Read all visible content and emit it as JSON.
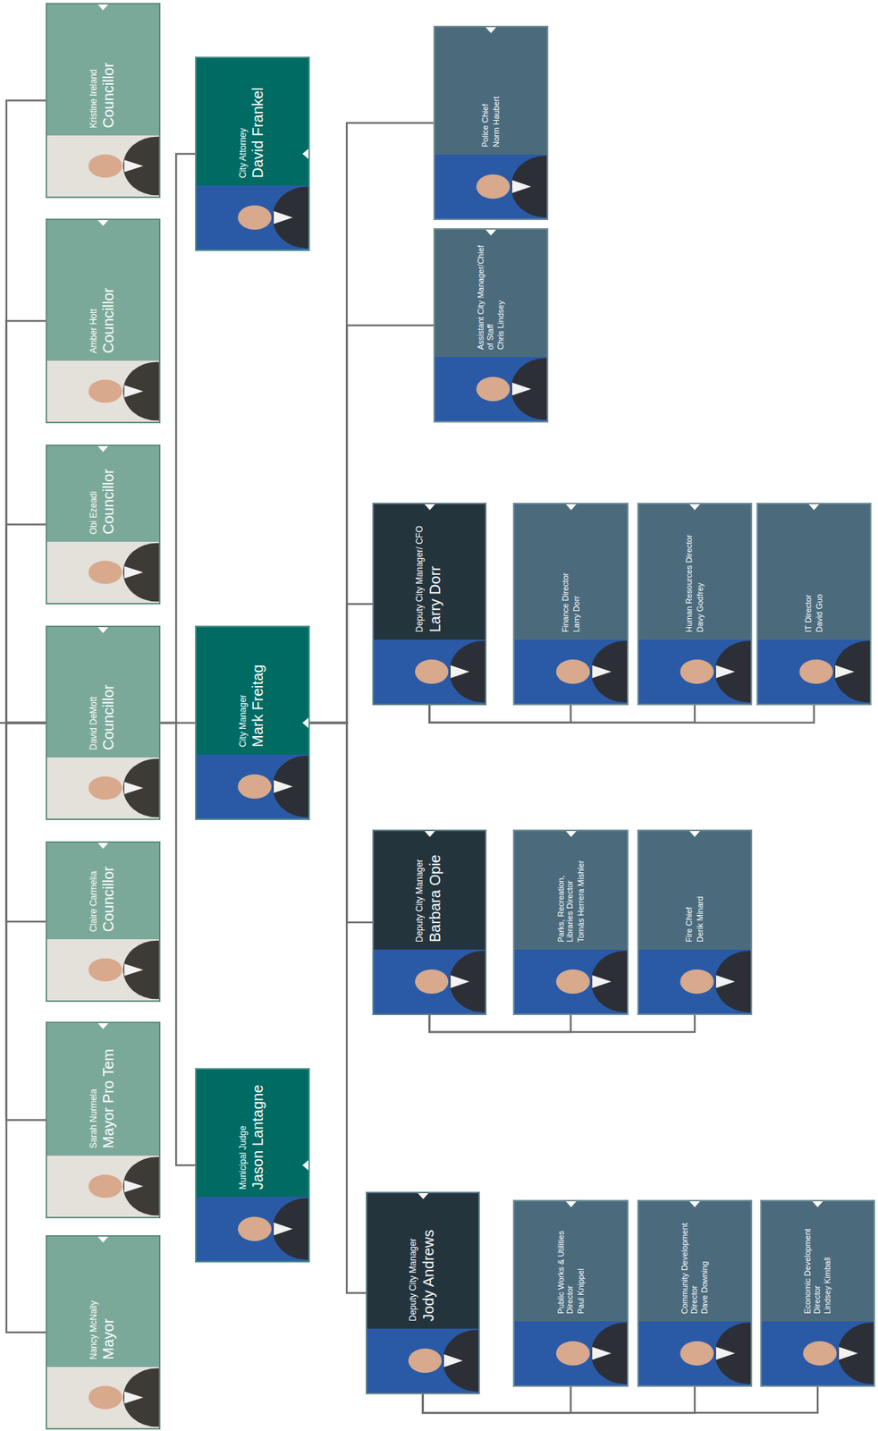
{
  "diagram": {
    "nodes": [
      {
        "text": [
          "Nancy McNally",
          "Mayor"
        ]
      },
      {
        "text": [
          "Sarah Nurmela",
          "Mayor Pro Tem"
        ]
      },
      {
        "text": [
          "Claire Carmelia",
          "Councillor"
        ]
      },
      {
        "text": [
          "David DeMott",
          "Councillor"
        ]
      },
      {
        "text": [
          "Obi Ezeadi",
          "Councillor"
        ]
      },
      {
        "text": [
          "Amber Hott",
          "Councillor"
        ]
      },
      {
        "text": [
          "Kristine Ireland",
          "Councillor"
        ]
      },
      {
        "text": [
          "Municipal Judge",
          "Jason Lantagne"
        ]
      },
      {
        "text": [
          "City Manager",
          "Mark Freitag"
        ]
      },
      {
        "text": [
          "City Attorney",
          "David Frankel"
        ]
      },
      {
        "text": [
          "Deputy City Manager",
          "Jody Andrews"
        ]
      },
      {
        "text": [
          "Deputy City Manager",
          "Barbara Opie"
        ]
      },
      {
        "text": [
          "Deputy City Manager/ CFO",
          "Larry Dorr"
        ]
      },
      {
        "text": [
          "Assistant City Manager/Chief of Staff",
          "Chris Lindsey"
        ]
      },
      {
        "text": [
          "Police Chief",
          "Norm Haubert"
        ]
      },
      {
        "text": [
          "Public Works & Utilities Director",
          "Paul Knippel"
        ]
      },
      {
        "text": [
          "Parks, Recreation, Libraries Director",
          "Tomás Herrera Mishler"
        ]
      },
      {
        "text": [
          "Finance Director",
          "Larry Dorr"
        ]
      },
      {
        "text": [
          "Community Development Director",
          "Dave Downing"
        ]
      },
      {
        "text": [
          "Fire Chief",
          "Derik Minard"
        ]
      },
      {
        "text": [
          "Human Resources Director",
          "Davy Godfrey"
        ]
      },
      {
        "text": [
          "Economic Development Director",
          "Lindsey Kimball"
        ]
      },
      {
        "text": [
          "IT Director",
          "David Guo"
        ]
      }
    ],
    "edges": [
      {
        "from": 3,
        "to": 0,
        "arrow": "none"
      },
      {
        "from": 3,
        "to": 1,
        "arrow": "none"
      },
      {
        "from": 3,
        "to": 2,
        "arrow": "none"
      },
      {
        "from": 3,
        "to": 4,
        "arrow": "none"
      },
      {
        "from": 3,
        "to": 5,
        "arrow": "none"
      },
      {
        "from": 3,
        "to": 6,
        "arrow": "none"
      },
      {
        "from": 3,
        "to": 7,
        "arrow": "none"
      },
      {
        "from": 3,
        "to": 8,
        "arrow": "none"
      },
      {
        "from": 3,
        "to": 9,
        "arrow": "none"
      },
      {
        "from": 8,
        "to": 10,
        "arrow": "none"
      },
      {
        "from": 8,
        "to": 11,
        "arrow": "none"
      },
      {
        "from": 8,
        "to": 12,
        "arrow": "none"
      },
      {
        "from": 8,
        "to": 13,
        "arrow": "none"
      },
      {
        "from": 8,
        "to": 14,
        "arrow": "none"
      },
      {
        "from": 10,
        "to": 15,
        "arrow": "none"
      },
      {
        "from": 10,
        "to": 18,
        "arrow": "none"
      },
      {
        "from": 10,
        "to": 21,
        "arrow": "none"
      },
      {
        "from": 11,
        "to": 16,
        "arrow": "none"
      },
      {
        "from": 11,
        "to": 19,
        "arrow": "none"
      },
      {
        "from": 12,
        "to": 17,
        "arrow": "none"
      },
      {
        "from": 12,
        "to": 20,
        "arrow": "none"
      },
      {
        "from": 12,
        "to": 22,
        "arrow": "none"
      }
    ]
  }
}
